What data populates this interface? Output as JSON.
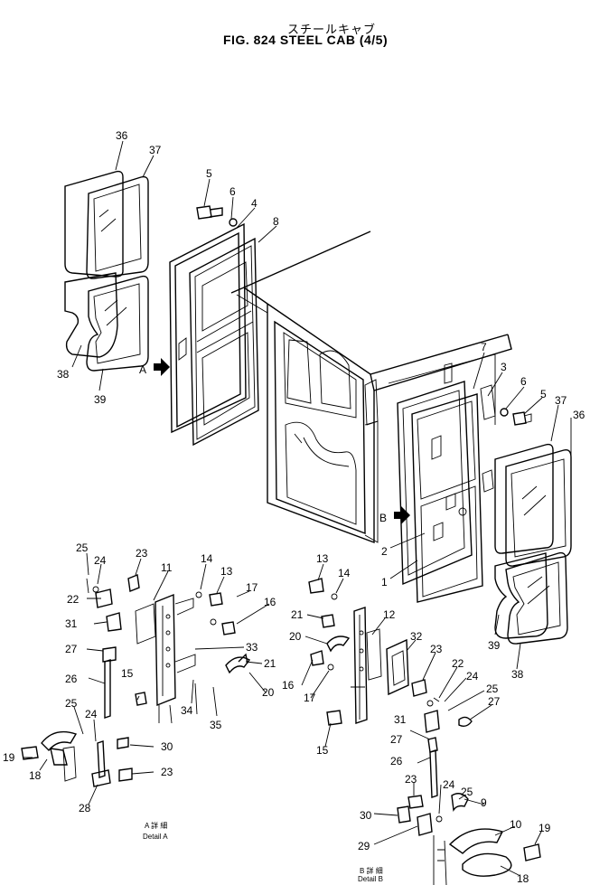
{
  "header": {
    "title_jp": "スチールキャブ",
    "title": "FIG. 824  STEEL CAB (4/5)"
  },
  "callouts": {
    "arrow_a": "A",
    "arrow_b": "B",
    "detail_a_jp": "A 詳 細",
    "detail_a": "Detail A",
    "detail_b_jp": "B 詳 細",
    "detail_b": "Detail B"
  },
  "part_numbers": [
    "36",
    "37",
    "5",
    "6",
    "4",
    "8",
    "38",
    "39",
    "7",
    "3",
    "6",
    "5",
    "37",
    "36",
    "2",
    "1",
    "39",
    "38",
    "25",
    "24",
    "23",
    "11",
    "22",
    "31",
    "27",
    "26",
    "15",
    "14",
    "13",
    "17",
    "16",
    "33",
    "21",
    "20",
    "34",
    "35",
    "25",
    "24",
    "19",
    "18",
    "28",
    "30",
    "23",
    "13",
    "14",
    "21",
    "12",
    "20",
    "16",
    "17",
    "15",
    "32",
    "23",
    "22",
    "24",
    "25",
    "31",
    "27",
    "27",
    "26",
    "23",
    "24",
    "25",
    "9",
    "30",
    "29",
    "10",
    "19",
    "18"
  ]
}
